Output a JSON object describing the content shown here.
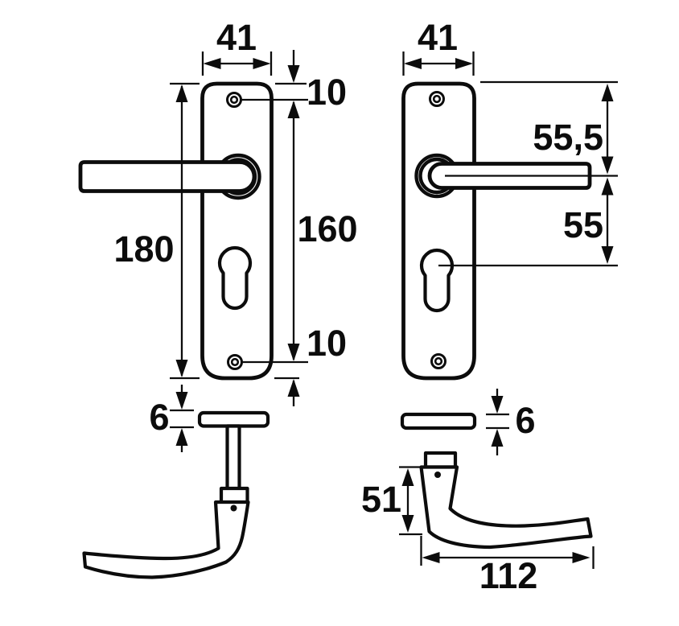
{
  "figure_left": {
    "plate_width": "41",
    "screw_top_offset": "10",
    "screw_spacing": "160",
    "plate_height": "180",
    "screw_bottom_offset": "10",
    "rose_thickness": "6"
  },
  "figure_right": {
    "plate_width": "41",
    "top_to_handle": "55,5",
    "handle_to_cylinder": "55",
    "rose_thickness": "6",
    "handle_height": "51",
    "handle_length": "112"
  }
}
